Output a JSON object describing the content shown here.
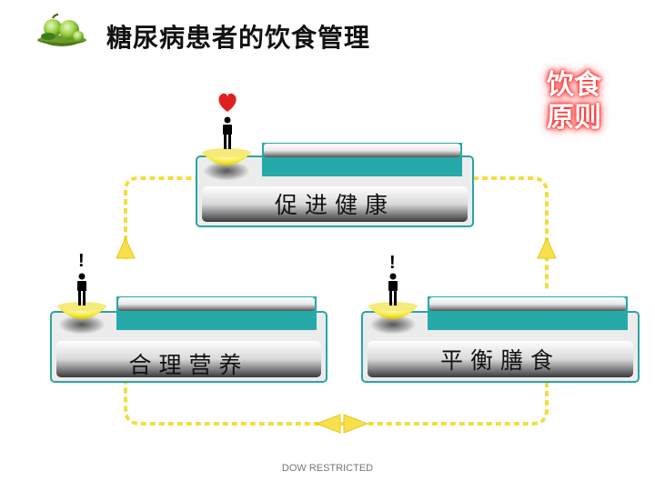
{
  "slide": {
    "title": "糖尿病患者的饮食管理",
    "badge": [
      "饮食",
      "原则"
    ],
    "footer": "DOW RESTRICTED"
  },
  "diagram": {
    "nodes": [
      {
        "id": "top",
        "label": "促进健康"
      },
      {
        "id": "left",
        "label": "合理营养"
      },
      {
        "id": "right",
        "label": "平衡膳食"
      }
    ],
    "marks": {
      "left": "!",
      "right": "!"
    },
    "colors": {
      "teal": "#26a9a9",
      "box_border": "#2aa5a5",
      "dash": "#f5dc3c",
      "arrow": "#f7e04a",
      "bowl": "#f2e020",
      "heart": "#e02020"
    }
  }
}
